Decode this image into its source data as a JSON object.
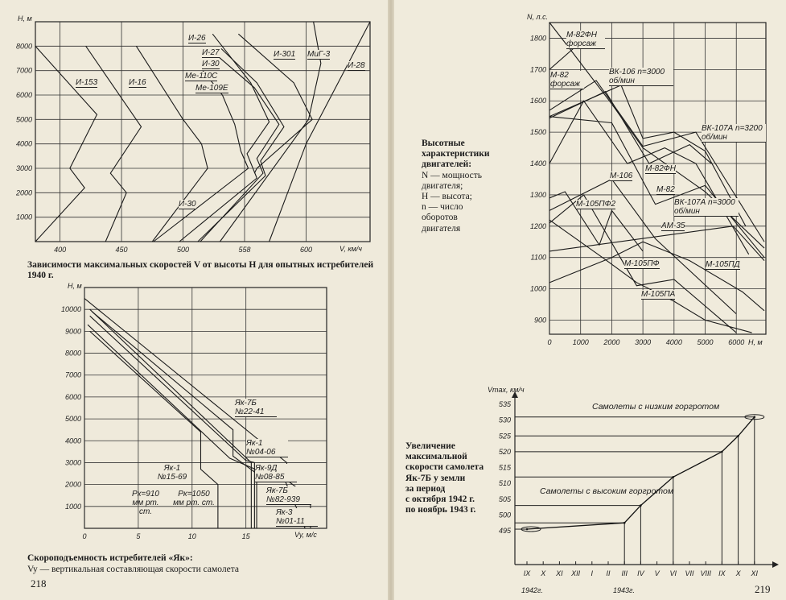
{
  "left_page": {
    "number": "218",
    "caption_1": "Зависимости максимальных скоростей V от высоты H для опытных истребителей 1940 г.",
    "caption_2_title": "Скороподъемность истребителей «Як»:",
    "caption_2_text": "Vy — вертикальная составляющая скорости самолета"
  },
  "right_page": {
    "number": "219",
    "side_1": [
      "Высотные",
      "характеристики",
      "двигателей:",
      "N — мощность",
      "двигателя;",
      "H — высота;",
      "n — число",
      "оборотов",
      "двигателя"
    ],
    "side_2": [
      "Увеличение",
      "максимальной",
      "скорости самолета",
      "Як-7Б у земли",
      "за период",
      "с октября 1942 г.",
      "по ноябрь 1943 г."
    ]
  },
  "chart_data": [
    {
      "type": "line",
      "title": "Зависимости максимальных скоростей V от высоты H для опытных истребителей 1940 г.",
      "xlabel": "V, км/ч",
      "ylabel": "H, м",
      "xlim": [
        380,
        652
      ],
      "ylim": [
        0,
        9000
      ],
      "xticks": [
        400,
        450,
        500,
        550,
        600
      ],
      "xtick_labels": [
        "400",
        "450",
        "500",
        "558",
        "600"
      ],
      "yticks": [
        1000,
        2000,
        3000,
        4000,
        5000,
        6000,
        7000,
        8000
      ],
      "grid": true,
      "series": [
        {
          "name": "И-153",
          "x": [
            380,
            420,
            408,
            430,
            380
          ],
          "y": [
            0,
            2200,
            3000,
            5200,
            8000
          ]
        },
        {
          "name": "И-16",
          "x": [
            437,
            454,
            441,
            466,
            421
          ],
          "y": [
            0,
            2000,
            2800,
            4700,
            8000
          ]
        },
        {
          "name": "Ме-110С",
          "x": [
            475,
            520,
            515,
            500,
            462
          ],
          "y": [
            0,
            3000,
            4000,
            5000,
            8000
          ]
        },
        {
          "name": "Ме-109Е",
          "x": [
            476,
            553,
            547,
            542,
            532,
            516
          ],
          "y": [
            0,
            3000,
            3700,
            4800,
            6000,
            7000
          ]
        },
        {
          "name": "И-26",
          "x": [
            497,
            560,
            552,
            570,
            555,
            524
          ],
          "y": [
            0,
            2600,
            3600,
            4900,
            6500,
            8500
          ]
        },
        {
          "name": "И-27",
          "x": [
            512,
            567,
            563,
            582,
            560,
            531
          ],
          "y": [
            0,
            2700,
            3300,
            4700,
            6500,
            7900
          ]
        },
        {
          "name": "И-30",
          "x": [
            514,
            565,
            560,
            578,
            558,
            528
          ],
          "y": [
            0,
            2800,
            3400,
            4800,
            6300,
            7600
          ]
        },
        {
          "name": "И-301",
          "x": [
            558,
            560,
            605,
            590,
            545
          ],
          "y": [
            2800,
            3000,
            5000,
            6500,
            8500
          ]
        },
        {
          "name": "МиГ-3",
          "x": [
            530,
            602,
            612,
            606
          ],
          "y": [
            0,
            5000,
            7300,
            9000
          ]
        },
        {
          "name": "И-28",
          "x": [
            570,
            600,
            652
          ],
          "y": [
            0,
            4000,
            9000
          ]
        }
      ]
    },
    {
      "type": "line",
      "title": "Скороподъемность истребителей «Як»",
      "xlabel": "Vy, м/с",
      "ylabel": "H, м",
      "xlim": [
        0,
        22.5
      ],
      "ylim": [
        0,
        11000
      ],
      "xticks": [
        0,
        5,
        10,
        15
      ],
      "yticks": [
        1000,
        2000,
        3000,
        4000,
        5000,
        6000,
        7000,
        8000,
        9000,
        10000
      ],
      "ytick_labels": [
        "1000",
        "2000",
        "3000",
        "4000",
        "5000",
        "6000",
        "7000",
        "8000",
        "9000",
        "10000"
      ],
      "grid": true,
      "annotations": [
        "Pк=910 мм рт. ст.",
        "Pк=1050 мм рт. ст."
      ],
      "series": [
        {
          "name": "Як-7Б №22-41",
          "x": [
            0,
            18.8,
            18.8,
            21,
            21
          ],
          "y": [
            10500,
            3000,
            2200,
            1400,
            0
          ]
        },
        {
          "name": "Як-1 №04-06",
          "x": [
            0.5,
            15.5,
            15.5
          ],
          "y": [
            10000,
            3000,
            0
          ]
        },
        {
          "name": "Як-9Д №08-85",
          "x": [
            0.7,
            13.8,
            13.8,
            16,
            16
          ],
          "y": [
            9900,
            4500,
            3300,
            2500,
            0
          ]
        },
        {
          "name": "Як-7Б №82-939",
          "x": [
            0.5,
            15,
            15.8,
            15.8
          ],
          "y": [
            9700,
            3100,
            3000,
            0
          ]
        },
        {
          "name": "Як-3 №01-11",
          "x": [
            0.3,
            13.5,
            18.7,
            20.5
          ],
          "y": [
            9300,
            3200,
            2100,
            0
          ]
        },
        {
          "name": "Як-1 №15-69",
          "x": [
            0.5,
            10.8,
            10.8,
            12.4,
            12.4
          ],
          "y": [
            9000,
            4400,
            2700,
            2000,
            0
          ]
        }
      ]
    },
    {
      "type": "line",
      "title": "Высотные характеристики двигателей",
      "xlabel": "H, м",
      "ylabel": "N, л.с.",
      "xlim": [
        0,
        6950
      ],
      "ylim": [
        855,
        1850
      ],
      "xticks": [
        0,
        1000,
        2000,
        3000,
        4000,
        5000,
        6000
      ],
      "yticks": [
        900,
        1000,
        1100,
        1200,
        1300,
        1400,
        1500,
        1600,
        1700,
        1800
      ],
      "grid": true,
      "series": [
        {
          "name": "М-82ФН форсаж",
          "x": [
            0,
            700,
            2000,
            3000,
            4000,
            5000,
            6900
          ],
          "y": [
            1850,
            1760,
            1590,
            1450,
            1380,
            1310,
            1130
          ]
        },
        {
          "name": "М-82 форсаж",
          "x": [
            0,
            800
          ],
          "y": [
            1700,
            1770
          ]
        },
        {
          "name": "ВК-106 n=3000 об/мин",
          "x": [
            0,
            2300,
            3000,
            4000,
            5000,
            6300
          ],
          "y": [
            1550,
            1650,
            1480,
            1500,
            1440,
            1200
          ]
        },
        {
          "name": "ВК-107А n=3200 об/мин",
          "x": [
            0,
            1500,
            3000,
            4700,
            6900
          ],
          "y": [
            1570,
            1665,
            1455,
            1500,
            1150
          ]
        },
        {
          "name": "М-82ФН",
          "x": [
            0,
            1800,
            3200,
            4500,
            5200
          ],
          "y": [
            1545,
            1630,
            1400,
            1460,
            1400
          ]
        },
        {
          "name": "М-82",
          "x": [
            0,
            1100,
            2500,
            3700,
            4700,
            6400
          ],
          "y": [
            1400,
            1600,
            1400,
            1450,
            1400,
            1110
          ]
        },
        {
          "name": "ВК-107А n=3000 об/мин",
          "x": [
            0,
            2000,
            3400,
            5000,
            6900
          ],
          "y": [
            1550,
            1530,
            1270,
            1330,
            1100
          ]
        },
        {
          "name": "М-106",
          "x": [
            0,
            2000,
            3400,
            6000
          ],
          "y": [
            1250,
            1350,
            1160,
            920
          ]
        },
        {
          "name": "М-105ПФ2",
          "x": [
            0,
            500,
            1600,
            2000,
            3000
          ],
          "y": [
            1290,
            1310,
            1140,
            1250,
            1120
          ]
        },
        {
          "name": "АМ-35",
          "x": [
            0,
            5900,
            6900
          ],
          "y": [
            1120,
            1200,
            1090
          ]
        },
        {
          "name": "М-105ПФ",
          "x": [
            0,
            1100,
            2800,
            4000,
            6000
          ],
          "y": [
            1210,
            1300,
            1010,
            1030,
            860
          ]
        },
        {
          "name": "М-105ПД",
          "x": [
            0,
            2000,
            3000,
            4500,
            6200,
            6900
          ],
          "y": [
            1020,
            1100,
            1150,
            1090,
            990,
            930
          ]
        },
        {
          "name": "М-105ПА",
          "x": [
            0,
            1700,
            2800,
            4000,
            5000,
            6500
          ],
          "y": [
            1220,
            1100,
            1020,
            960,
            900,
            860
          ]
        }
      ]
    },
    {
      "type": "line",
      "title": "Увеличение максимальной скорости самолета Як-7Б у земли за период с октября 1942 г. по ноябрь 1943 г.",
      "xlabel": "",
      "ylabel": "Vmax, км/ч",
      "categories": [
        "IX",
        "X",
        "XI",
        "XII",
        "I",
        "II",
        "III",
        "IV",
        "V",
        "VI",
        "VII",
        "VIII",
        "IX",
        "X",
        "XI"
      ],
      "year_labels": [
        "1942г.",
        "1943г."
      ],
      "yticks": [
        495,
        500,
        505,
        510,
        515,
        520,
        525,
        530,
        535
      ],
      "ylim": [
        484,
        538
      ],
      "points": {
        "x_index": [
          0,
          6,
          7,
          9,
          12,
          13,
          14
        ],
        "values": [
          495.5,
          497.5,
          503,
          512,
          520,
          525,
          531
        ]
      },
      "annotations": [
        "Самолеты с низким горгротом",
        "Самолеты с высоким горгротом"
      ]
    }
  ]
}
